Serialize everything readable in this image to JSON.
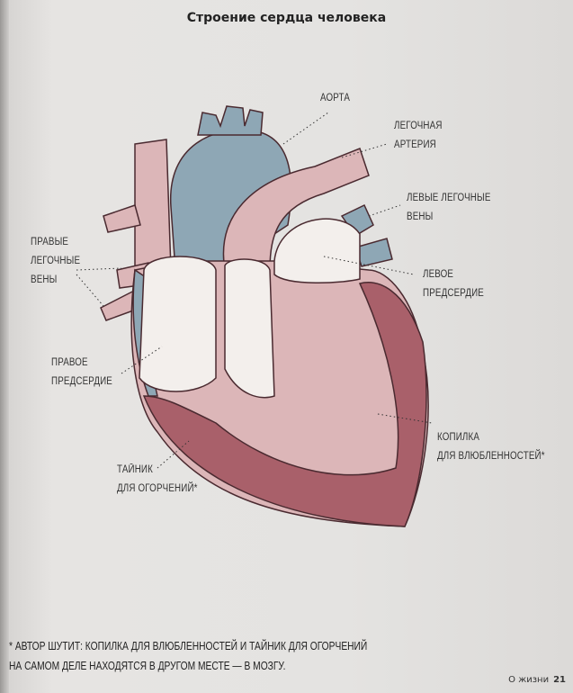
{
  "title": "Строение сердца человека",
  "labels": {
    "aorta": "АОРТА",
    "pulmonary_artery": [
      "ЛЕГОЧНАЯ",
      "АРТЕРИЯ"
    ],
    "left_pulmonary_veins": [
      "ЛЕВЫЕ ЛЕГОЧНЫЕ",
      "ВЕНЫ"
    ],
    "right_pulmonary_veins": [
      "ПРАВЫЕ",
      "ЛЕГОЧНЫЕ",
      "ВЕНЫ"
    ],
    "left_atrium": [
      "ЛЕВОЕ",
      "ПРЕДСЕРДИЕ"
    ],
    "right_atrium": [
      "ПРАВОЕ",
      "ПРЕДСЕРДИЕ"
    ],
    "love_box": [
      "КОПИЛКА",
      "ДЛЯ ВЛЮБЛЕННОСТЕЙ*"
    ],
    "grief_cache": [
      "ТАЙНИК",
      "ДЛЯ ОГОРЧЕНИЙ*"
    ]
  },
  "footnote": [
    "* АВТОР ШУТИТ: КОПИЛКА ДЛЯ ВЛЮБЛЕННОСТЕЙ И ТАЙНИК ДЛЯ ОГОРЧЕНИЙ",
    "НА САМОМ ДЕЛЕ НАХОДЯТСЯ В ДРУГОМ МЕСТЕ — В МОЗГУ."
  ],
  "page_footer": {
    "section": "О жизни",
    "number": "21"
  },
  "colors": {
    "pink": "#dcb6b8",
    "blue": "#8ea7b5",
    "muscle": "#a9606a",
    "outline": "#4a2a30"
  }
}
